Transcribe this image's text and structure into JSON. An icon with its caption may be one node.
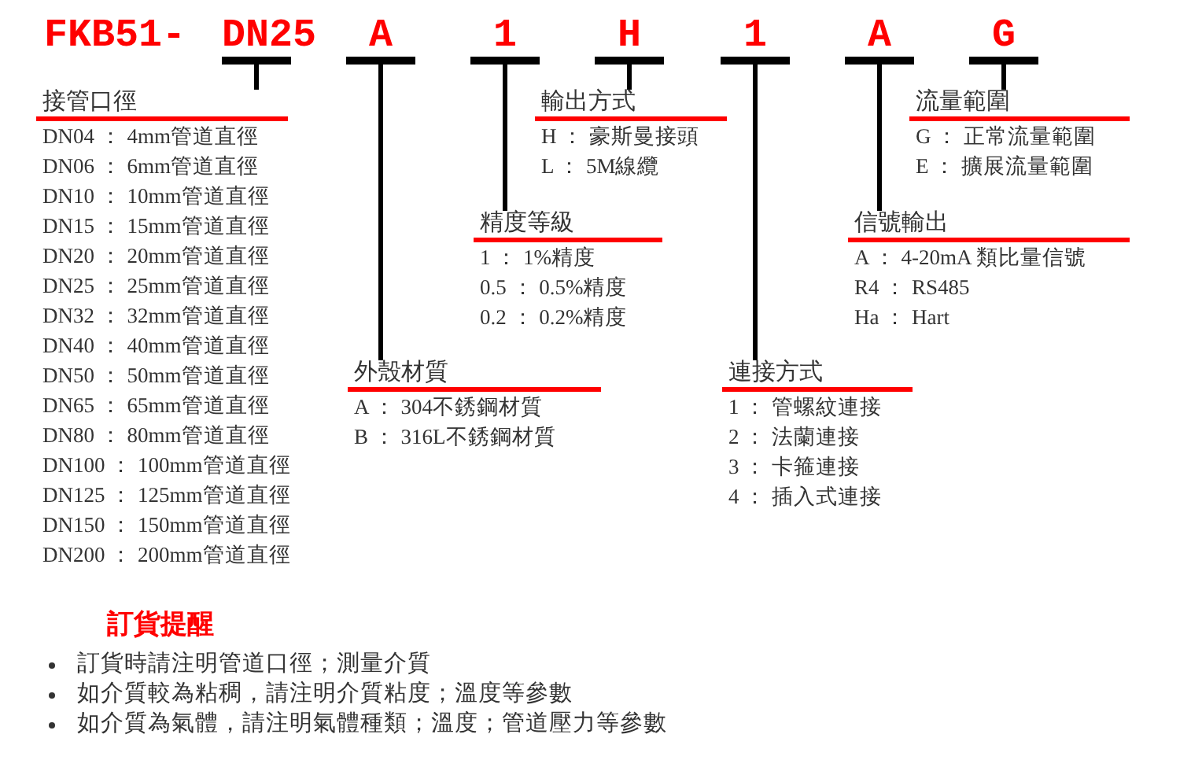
{
  "diagram": {
    "nodes": [
      {
        "text": [
          "DN25"
        ]
      },
      {
        "text": [
          "A"
        ]
      },
      {
        "text": [
          "1"
        ]
      },
      {
        "text": [
          "H"
        ]
      },
      {
        "text": [
          "1"
        ]
      },
      {
        "text": [
          "A"
        ]
      },
      {
        "text": [
          "G"
        ]
      },
      {
        "text": [
          "接管口徑",
          "DN04 ： 4mm管道直徑",
          "DN06 ： 6mm管道直徑",
          "DN10 ： 10mm管道直徑",
          "DN15 ： 15mm管道直徑",
          "DN20 ： 20mm管道直徑",
          "DN25 ： 25mm管道直徑",
          "DN32 ： 32mm管道直徑",
          "DN40 ： 40mm管道直徑",
          "DN50 ： 50mm管道直徑",
          "DN65 ： 65mm管道直徑",
          "DN80 ： 80mm管道直徑",
          "DN100 ： 100mm管道直徑",
          "DN125 ： 125mm管道直徑",
          "DN150 ： 150mm管道直徑",
          "DN200 ： 200mm管道直徑"
        ]
      },
      {
        "text": [
          "輸出方式",
          "H ： 豪斯曼接頭",
          "L ： 5M線纜"
        ]
      },
      {
        "text": [
          "流量範圍",
          "G ： 正常流量範圍",
          "E ： 擴展流量範圍"
        ]
      },
      {
        "text": [
          "精度等級",
          "1 ： 1%精度",
          "0.5 ： 0.5%精度",
          "0.2 ： 0.2%精度"
        ]
      },
      {
        "text": [
          "信號輸出",
          "A ： 4-20mA 類比量信號",
          "R4 ： RS485",
          "Ha ： Hart"
        ]
      },
      {
        "text": [
          "外殼材質",
          "A ： 304不銹鋼材質",
          "B ： 316L不銹鋼材質"
        ]
      },
      {
        "text": [
          "連接方式",
          "1 ： 管螺紋連接",
          "2 ： 法蘭連接",
          "3 ： 卡箍連接",
          "4 ： 插入式連接"
        ]
      }
    ],
    "edges": [
      {
        "from": 0,
        "to": 7,
        "arrow": "none"
      },
      {
        "from": 1,
        "to": 12,
        "arrow": "none"
      },
      {
        "from": 2,
        "to": 10,
        "arrow": "none"
      },
      {
        "from": 3,
        "to": 8,
        "arrow": "none"
      },
      {
        "from": 4,
        "to": 13,
        "arrow": "none"
      },
      {
        "from": 5,
        "to": 11,
        "arrow": "none"
      },
      {
        "from": 6,
        "to": 9,
        "arrow": "none"
      }
    ],
    "labels": [
      "FKB51-",
      "訂貨提醒",
      "訂貨時請注明管道口徑；測量介質",
      "如介質較為粘稠，請注明介質粘度；溫度等參數",
      "如介質為氣體，請注明氣體種類；溫度；管道壓力等參數"
    ]
  }
}
